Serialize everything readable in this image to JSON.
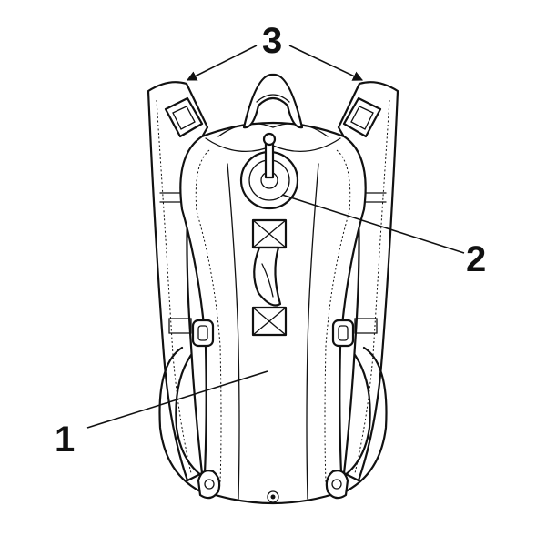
{
  "diagram": {
    "labels": [
      {
        "id": "1",
        "text": "1"
      },
      {
        "id": "2",
        "text": "2"
      },
      {
        "id": "3",
        "text": "3"
      }
    ],
    "colors": {
      "ink": "#111111",
      "background": "#ffffff"
    }
  }
}
